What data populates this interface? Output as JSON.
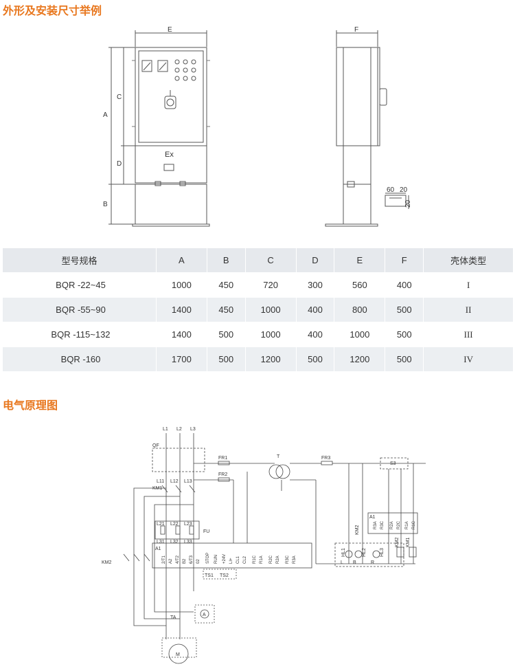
{
  "sections": {
    "dimensions_title": "外形及安装尺寸举例",
    "circuit_title": "电气原理图"
  },
  "drawing": {
    "dim_labels": {
      "A": "A",
      "B": "B",
      "C": "C",
      "D": "D",
      "E": "E",
      "F": "F"
    },
    "ex_mark": "Ex",
    "foot_dims": {
      "w1": "60",
      "w2": "20",
      "h": "20"
    }
  },
  "table": {
    "headers": [
      "型号规格",
      "A",
      "B",
      "C",
      "D",
      "E",
      "F",
      "壳体类型"
    ],
    "rows": [
      [
        "BQR -22~45",
        "1000",
        "450",
        "720",
        "300",
        "560",
        "400",
        "I"
      ],
      [
        "BQR -55~90",
        "1400",
        "450",
        "1000",
        "400",
        "800",
        "500",
        "II"
      ],
      [
        "BQR -115~132",
        "1400",
        "500",
        "1000",
        "400",
        "1000",
        "500",
        "III"
      ],
      [
        "BQR -160",
        "1700",
        "500",
        "1200",
        "500",
        "1200",
        "500",
        "IV"
      ]
    ]
  },
  "circuit": {
    "phases": [
      "L1",
      "L2",
      "L3"
    ],
    "qf": "QF",
    "km1": "KM1",
    "km2": "KM2",
    "l1x": [
      "L11",
      "L12",
      "L13"
    ],
    "l2x": [
      "L21",
      "L22",
      "L23"
    ],
    "l3x": [
      "L31",
      "L32",
      "L33"
    ],
    "fu": "FU",
    "a1": "A1",
    "fr1": "FR1",
    "fr2": "FR2",
    "fr3": "FR3",
    "t": "T",
    "s3": "S3",
    "a1r": "A1",
    "terminals": [
      "2/T1",
      "A2",
      "4/T2",
      "B2",
      "6/T3",
      "02",
      "STOP",
      "RUN",
      "+24V",
      "LI+",
      "CL1",
      "CL2",
      "R1C",
      "R1A",
      "R2C",
      "R2A",
      "R3C",
      "R3A"
    ],
    "ts": [
      "TS1",
      "TS2"
    ],
    "lamps": [
      "HL1",
      "HL2",
      "HL3"
    ],
    "lamp_marks": [
      "L",
      "B",
      "R"
    ],
    "right_terms": [
      "R3A",
      "R3C",
      "R2A",
      "R2C",
      "R1A",
      "R1C"
    ],
    "right_coils": [
      "KM2",
      "KM1",
      "KM2"
    ],
    "ta": "TA",
    "ammeter": "A",
    "motor": "M"
  }
}
